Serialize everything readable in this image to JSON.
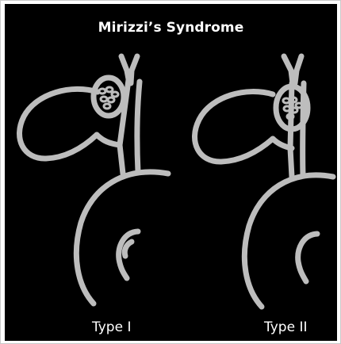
{
  "diagram": {
    "title": "Mirizzi’s Syndrome",
    "panels": [
      {
        "label": "Type I"
      },
      {
        "label": "Type II"
      }
    ]
  },
  "colors": {
    "background": "#000000",
    "stroke": "#bdbdbd",
    "text": "#ffffff",
    "frame": "#ffffff"
  }
}
